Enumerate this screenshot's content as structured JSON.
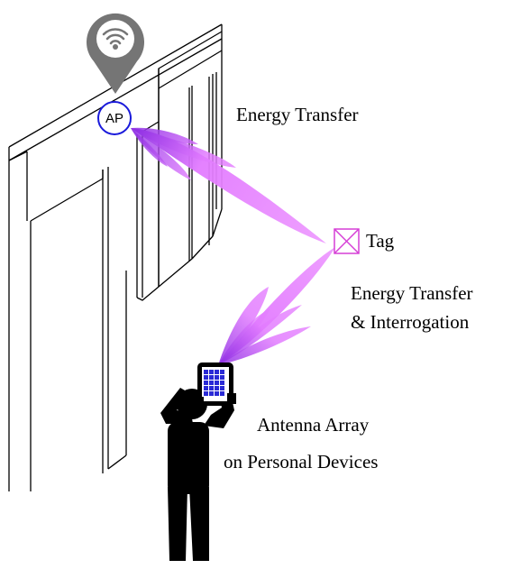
{
  "diagram": {
    "access_point_label": "AP",
    "energy_transfer_label": "Energy Transfer",
    "tag_label": "Tag",
    "energy_interrogation_label_line1": "Energy Transfer",
    "energy_interrogation_label_line2": "& Interrogation",
    "antenna_label_line1": "Antenna Array",
    "antenna_label_line2": "on Personal Devices"
  },
  "colors": {
    "beam": "#e27bff",
    "beam_core": "#8a2be2",
    "tag": "#d63fd6",
    "ap_ring": "#1a1adb",
    "device_screen": "#2a2ad6",
    "pin": "#757575",
    "person": "#000000",
    "walls": "#000000"
  }
}
